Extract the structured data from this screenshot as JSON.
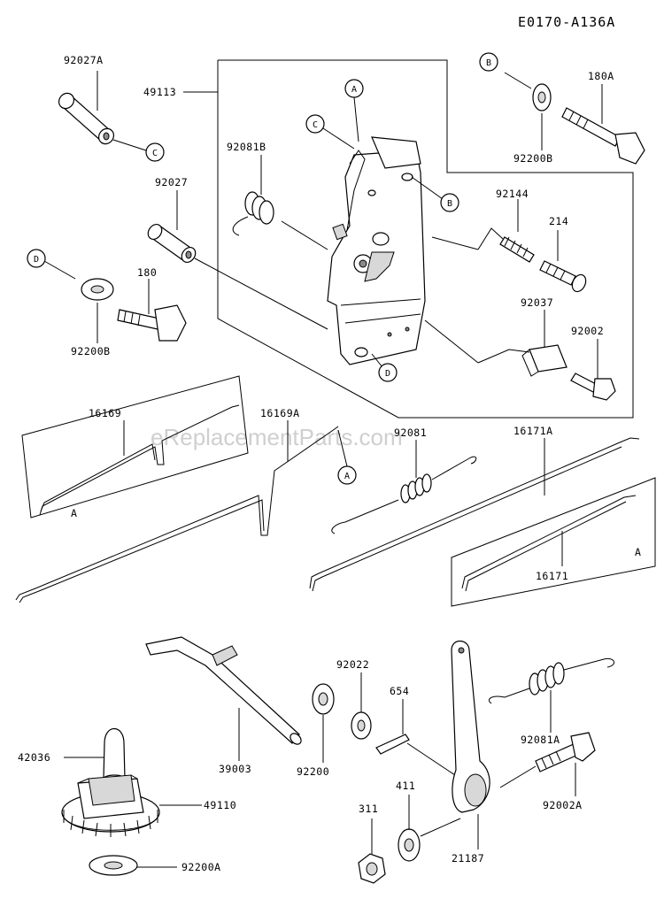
{
  "diagram": {
    "code": "E0170-A136A",
    "watermark": "eReplacementParts.com",
    "part_labels": {
      "p92027A": "92027A",
      "p49113": "49113",
      "p180A": "180A",
      "p92200B_top": "92200B",
      "p92081B": "92081B",
      "p92027": "92027",
      "p92144": "92144",
      "p214": "214",
      "p180": "180",
      "p92200B_left": "92200B",
      "p92037": "92037",
      "p92002": "92002",
      "p16169": "16169",
      "p16169A": "16169A",
      "p92081": "92081",
      "p16171A": "16171A",
      "p16171": "16171",
      "p92022": "92022",
      "p654": "654",
      "p42036": "42036",
      "p39003": "39003",
      "p92200": "92200",
      "p92081A": "92081A",
      "p49110": "49110",
      "p311": "311",
      "p411": "411",
      "p92002A": "92002A",
      "p21187": "21187",
      "p92200A": "92200A"
    },
    "refs": {
      "A": "A",
      "B": "B",
      "C": "C",
      "D": "D"
    }
  }
}
